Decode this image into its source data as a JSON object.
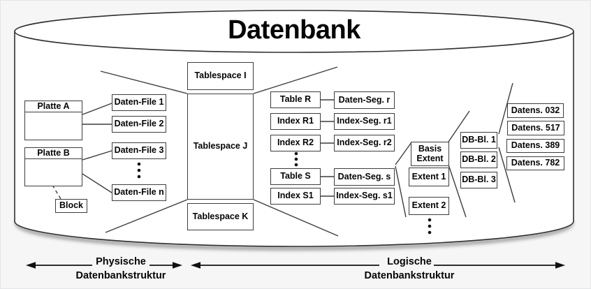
{
  "title": "Datenbank",
  "colors": {
    "ink": "#2f2f2f",
    "box_border": "#3d3d3d",
    "background": "#f6f6f7",
    "surface": "#ffffff"
  },
  "physical": {
    "disks": [
      {
        "label": "Platte A"
      },
      {
        "label": "Platte B"
      }
    ],
    "block_label": "Block",
    "files": [
      "Daten-File 1",
      "Daten-File 2",
      "Daten-File 3",
      "Daten-File n"
    ]
  },
  "tablespaces": [
    "Tablespace I",
    "Tablespace J",
    "Tablespace K"
  ],
  "segments": [
    {
      "object": "Table R",
      "segment": "Daten-Seg. r"
    },
    {
      "object": "Index R1",
      "segment": "Index-Seg. r1"
    },
    {
      "object": "Index R2",
      "segment": "Index-Seg. r2"
    },
    {
      "object": "Table S",
      "segment": "Daten-Seg. s"
    },
    {
      "object": "Index S1",
      "segment": "Index-Seg. s1"
    }
  ],
  "extents": {
    "basis_line1": "Basis",
    "basis_line2": "Extent",
    "items": [
      "Extent 1",
      "Extent 2"
    ]
  },
  "db_blocks": [
    "DB-Bl. 1",
    "DB-Bl. 2",
    "DB-Bl. 3"
  ],
  "records": [
    "Datens. 032",
    "Datens. 517",
    "Datens. 389",
    "Datens. 782"
  ],
  "legend": {
    "physical_line1": "Physische",
    "physical_line2": "Datenbankstruktur",
    "logical_line1": "Logische",
    "logical_line2": "Datenbankstruktur"
  }
}
